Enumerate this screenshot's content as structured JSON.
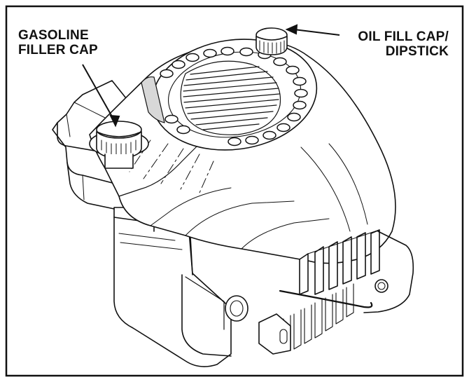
{
  "labels": {
    "gasoline_filler_cap": [
      "GASOLINE",
      "FILLER CAP"
    ],
    "oil_fill_cap": [
      "OIL FILL CAP/",
      "DIPSTICK"
    ]
  },
  "colors": {
    "line": "#111111",
    "background": "#ffffff",
    "shade": "#d8d8d8"
  }
}
